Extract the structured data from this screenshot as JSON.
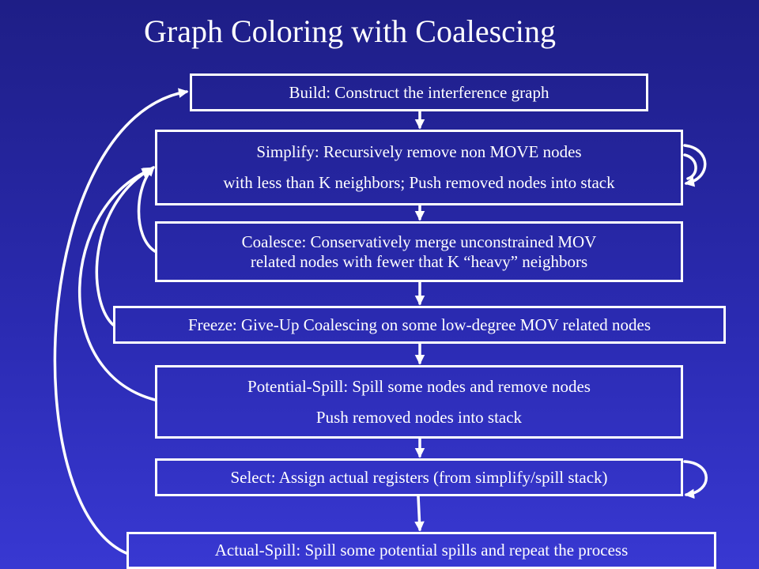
{
  "title": "Graph Coloring with Coalescing",
  "colors": {
    "background_top": "#1e1e86",
    "background_bottom": "#3838d2",
    "line": "#ffffff",
    "text": "#ffffff"
  },
  "steps": {
    "build": {
      "line1": "Build: Construct the interference graph"
    },
    "simplify": {
      "line1": "Simplify: Recursively remove non MOVE nodes",
      "line2": "with less than K neighbors; Push removed nodes into stack"
    },
    "coalesce": {
      "line1": "Coalesce: Conservatively merge unconstrained MOV",
      "line2": "related nodes with fewer that K “heavy” neighbors"
    },
    "freeze": {
      "line1": "Freeze: Give-Up Coalescing on some low-degree MOV related nodes"
    },
    "potential_spill": {
      "line1": "Potential-Spill: Spill some nodes and remove nodes",
      "line2": "Push removed nodes into stack"
    },
    "select": {
      "line1": "Select: Assign actual registers (from simplify/spill stack)"
    },
    "actual_spill": {
      "line1": "Actual-Spill: Spill some potential spills and repeat the process"
    }
  }
}
